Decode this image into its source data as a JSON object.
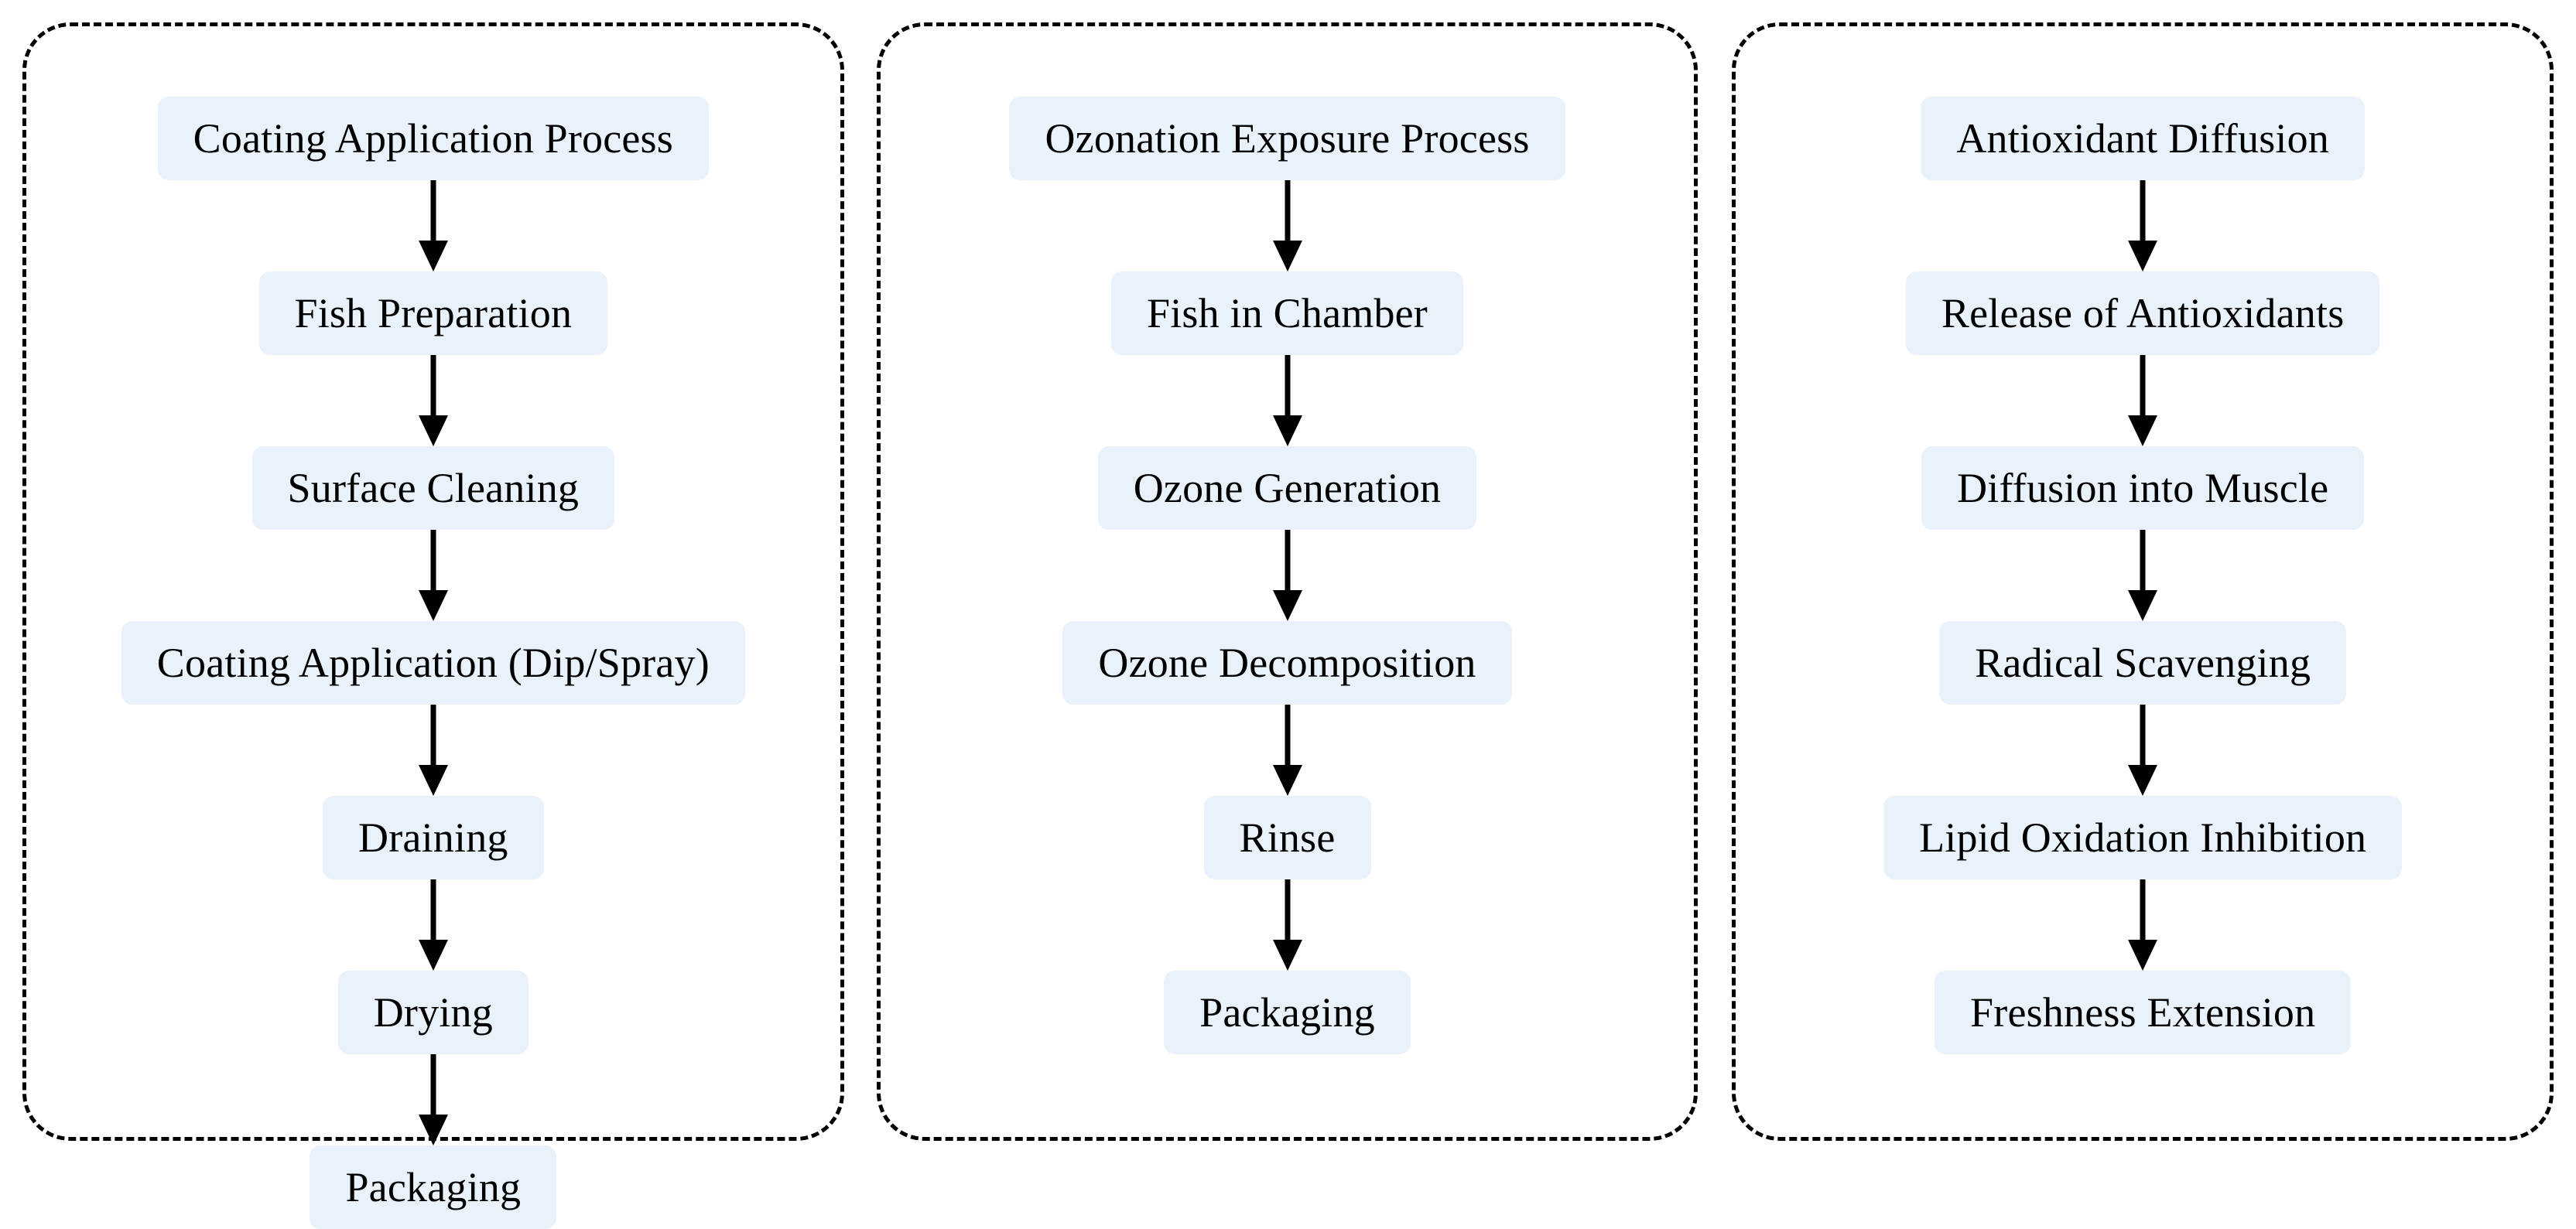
{
  "diagram": {
    "type": "three-panel-vertical-flowchart",
    "background_color": "#ffffff",
    "node_fill_color": "#e9f2fa",
    "node_text_color": "#000000",
    "arrow_color": "#000000",
    "panel_border_color": "#000000",
    "panel_border_style": "dashed",
    "panels": [
      {
        "id": "coating-application-process",
        "nodes": [
          "Coating Application Process",
          "Fish Preparation",
          "Surface Cleaning",
          "Coating Application (Dip/Spray)",
          "Draining",
          "Drying",
          "Packaging"
        ]
      },
      {
        "id": "ozonation-exposure-process",
        "nodes": [
          "Ozonation Exposure Process",
          "Fish in Chamber",
          "Ozone Generation",
          "Ozone Decomposition",
          "Rinse",
          "Packaging"
        ]
      },
      {
        "id": "antioxidant-diffusion",
        "nodes": [
          "Antioxidant Diffusion",
          "Release of Antioxidants",
          "Diffusion into Muscle",
          "Radical Scavenging",
          "Lipid Oxidation Inhibition",
          "Freshness Extension"
        ]
      }
    ]
  }
}
